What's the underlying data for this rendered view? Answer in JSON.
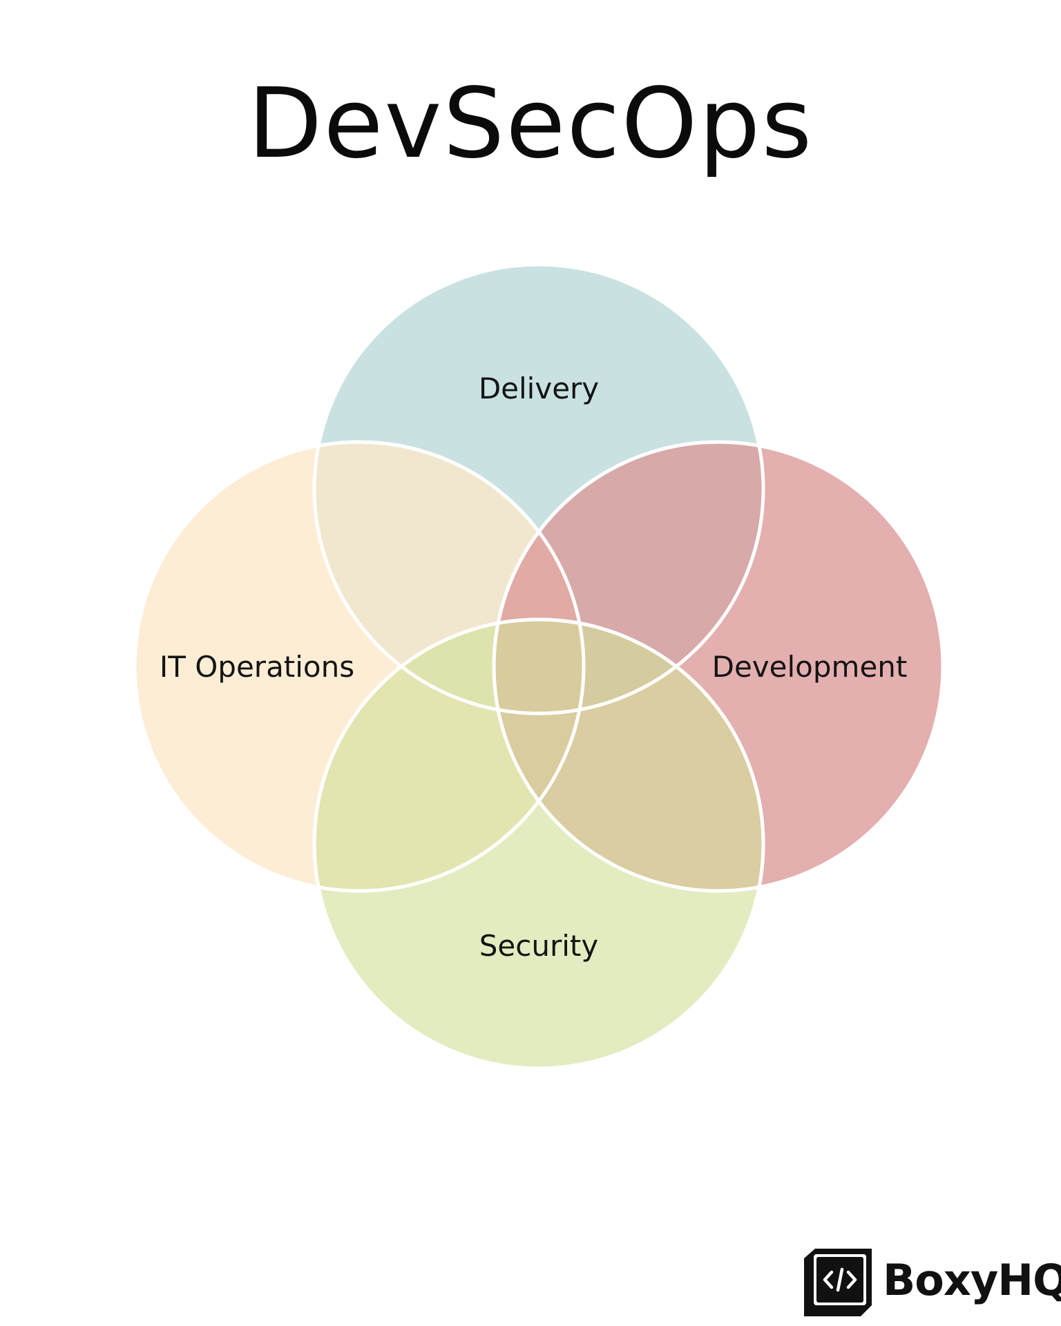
{
  "title": "DevSecOps",
  "circles": {
    "delivery": {
      "label": "Delivery",
      "color": "#bfdcdc"
    },
    "development": {
      "label": "Development",
      "color": "#e2a5a5"
    },
    "security": {
      "label": "Security",
      "color": "#d7e3a5"
    },
    "it_operations": {
      "label": "IT Operations",
      "color": "#fde8c9"
    }
  },
  "logo": {
    "text": "BoxyHQ",
    "icon": "code-icon"
  }
}
